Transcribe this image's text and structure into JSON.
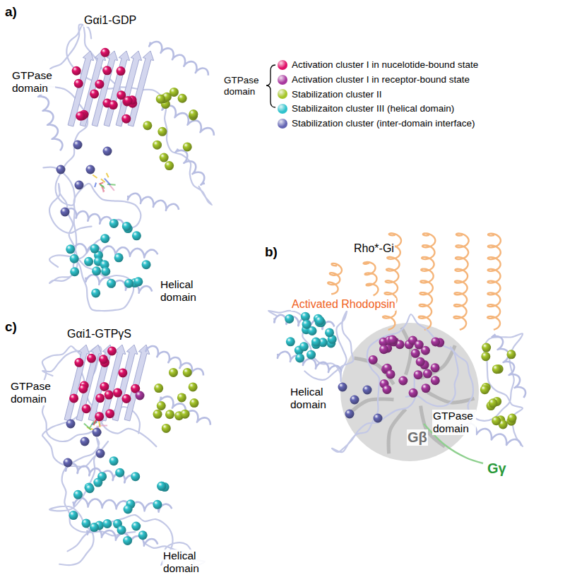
{
  "diagram": {
    "labels": [
      "a)",
      "Gαi1-GDP",
      "GTPase domain",
      "Helical domain",
      "GTPase domain",
      "b)",
      "Rho*-Gi",
      "Activated Rhodopsin",
      "Helical domain",
      "Gβ",
      "GTPase domain",
      "Gγ",
      "c)",
      "Gαi1-GTPγS",
      "GTPase domain",
      "Helical domain"
    ],
    "legend": [
      {
        "text": "Activation cluster I in nucelotide-bound state",
        "color": "#e01068"
      },
      {
        "text": "Activation cluster I in receptor-bound state",
        "color": "#a8389e"
      },
      {
        "text": "Stabilization cluster II",
        "color": "#a6c62a"
      },
      {
        "text": "Stabilizaiton cluster III (helical domain)",
        "color": "#2ec2cc"
      },
      {
        "text": "Stabilization cluster (inter-domain interface)",
        "color": "#6466b4"
      }
    ]
  }
}
